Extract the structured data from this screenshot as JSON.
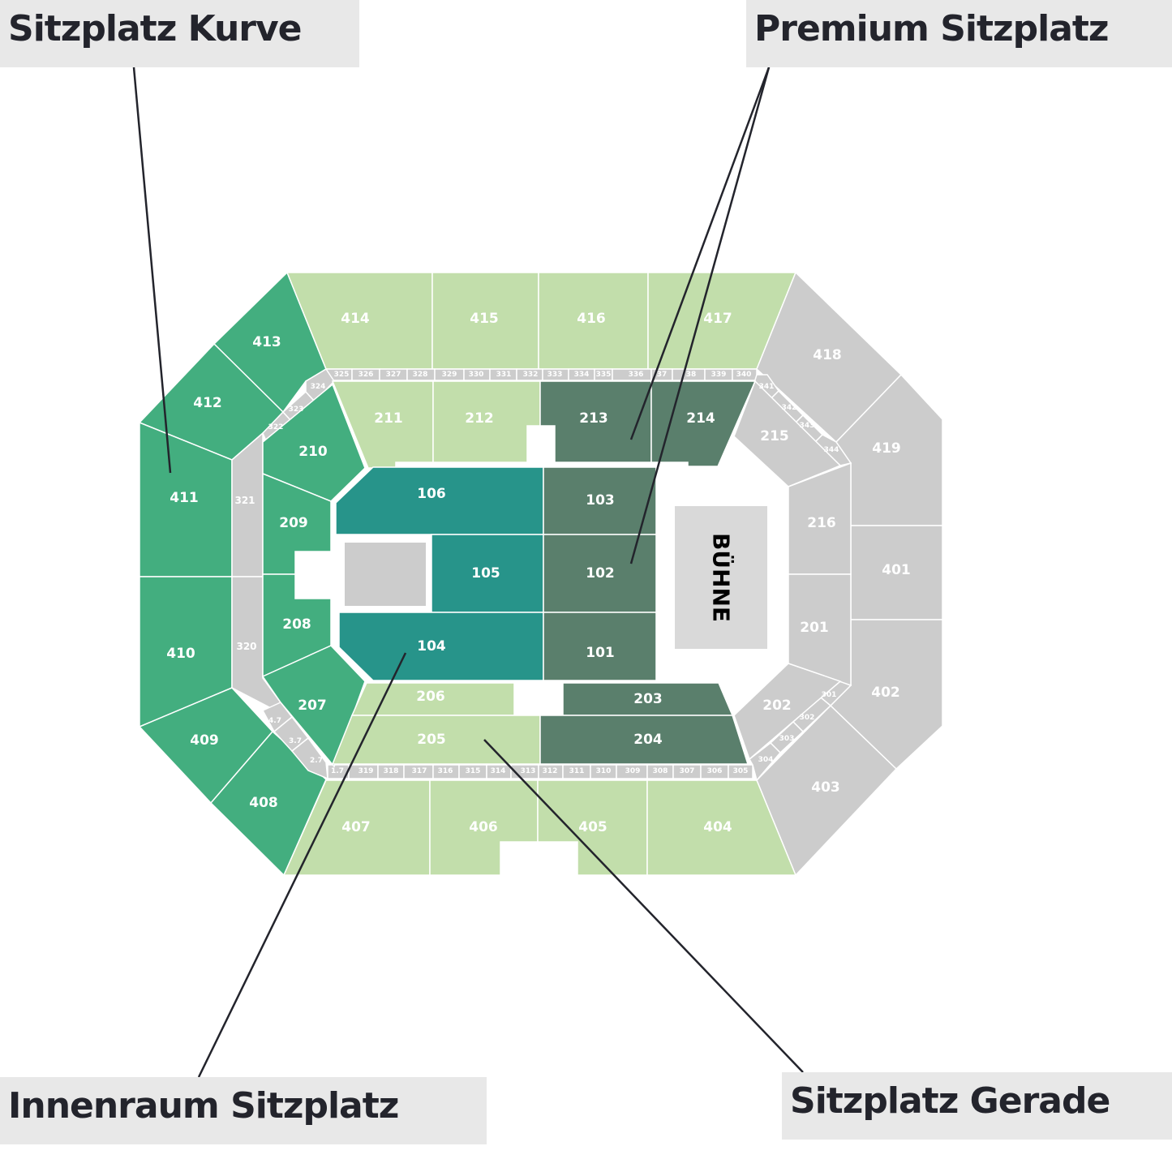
{
  "callouts": {
    "kurve": "Sitzplatz Kurve",
    "premium": "Premium Sitzplatz",
    "innenraum": "Innenraum Sitzplatz",
    "gerade": "Sitzplatz Gerade"
  },
  "stage_label": "BÜHNE",
  "colors": {
    "kurve": "#43ae7f",
    "gerade": "#c2deab",
    "premium": "#5a7f6c",
    "innenraum": "#27948a",
    "unavailable": "#cccccc",
    "stage": "#d9d9d9",
    "callout_bg": "#e8e8e8",
    "text_dark": "#23242c"
  },
  "sections": {
    "s401": "401",
    "s402": "402",
    "s403": "403",
    "s404": "404",
    "s405": "405",
    "s406": "406",
    "s407": "407",
    "s408": "408",
    "s409": "409",
    "s410": "410",
    "s411": "411",
    "s412": "412",
    "s413": "413",
    "s414": "414",
    "s415": "415",
    "s416": "416",
    "s417": "417",
    "s418": "418",
    "s419": "419",
    "s201": "201",
    "s202": "202",
    "s203": "203",
    "s204": "204",
    "s205": "205",
    "s206": "206",
    "s207": "207",
    "s208": "208",
    "s209": "209",
    "s210": "210",
    "s211": "211",
    "s212": "212",
    "s213": "213",
    "s214": "214",
    "s215": "215",
    "s216": "216",
    "s101": "101",
    "s102": "102",
    "s103": "103",
    "s104": "104",
    "s105": "105",
    "s106": "106",
    "s320": "320",
    "s321": "321",
    "s322": "322",
    "s323": "323",
    "s324": "324",
    "s325": "325",
    "s326": "326",
    "s327": "327",
    "s328": "328",
    "s329": "329",
    "s330": "330",
    "s331": "331",
    "s332": "332",
    "s333": "333",
    "s334": "334",
    "s335": "335",
    "s336": "336",
    "s337": "37",
    "s338": "38",
    "s339": "339",
    "s340": "340",
    "s341": "341",
    "s342": "342",
    "s343": "343",
    "s344": "344",
    "s301": "301",
    "s302": "302",
    "s303": "303",
    "s304": "304",
    "s305": "305",
    "s306": "306",
    "s307": "307",
    "s308": "308",
    "s309": "309",
    "s310": "310",
    "s311": "311",
    "s312": "312",
    "s313": "313",
    "s314": "314",
    "s315": "315",
    "s316": "316",
    "s317": "317",
    "s318": "318",
    "s319": "319",
    "s17": "1.7",
    "s27": "2.7",
    "s37": "3.7",
    "s47": "4.7"
  }
}
